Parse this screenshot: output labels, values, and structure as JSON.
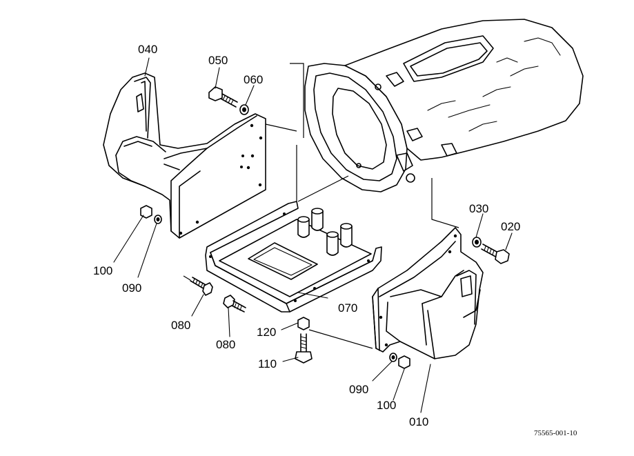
{
  "diagram": {
    "figure_id": "75565-001-10",
    "parts": [
      {
        "number": "010",
        "name": "bracket-right"
      },
      {
        "number": "020",
        "name": "bolt-right"
      },
      {
        "number": "030",
        "name": "washer-right"
      },
      {
        "number": "040",
        "name": "bracket-left"
      },
      {
        "number": "050",
        "name": "bolt-left-upper"
      },
      {
        "number": "060",
        "name": "washer-left-upper"
      },
      {
        "number": "070",
        "name": "mount-plate"
      },
      {
        "number": "080",
        "name": "bolt-lower"
      },
      {
        "number": "090",
        "name": "washer-lower"
      },
      {
        "number": "100",
        "name": "nut-lower"
      },
      {
        "number": "110",
        "name": "bolt-center"
      },
      {
        "number": "120",
        "name": "nut-center"
      }
    ],
    "labels": {
      "l040": "040",
      "l050": "050",
      "l060": "060",
      "l100a": "100",
      "l090a": "090",
      "l080a": "080",
      "l080b": "080",
      "l120": "120",
      "l110": "110",
      "l070": "070",
      "l030": "030",
      "l020": "020",
      "l090b": "090",
      "l100b": "100",
      "l010": "010"
    }
  }
}
